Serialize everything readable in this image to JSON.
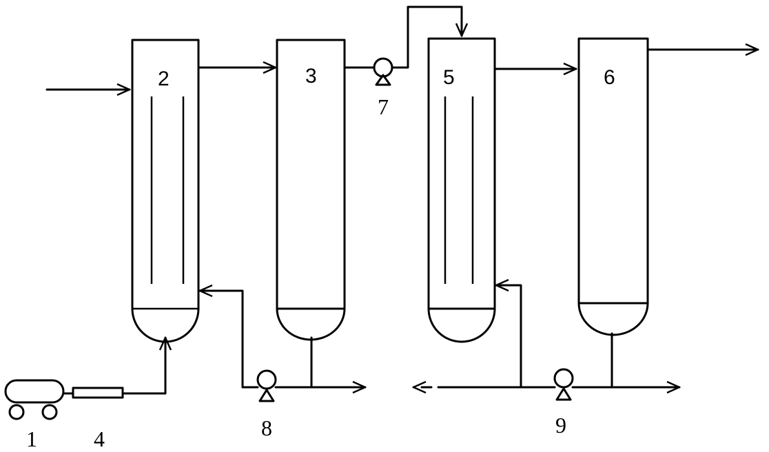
{
  "labels": {
    "compressor": "1",
    "reactor_a": "2",
    "tank_a": "3",
    "heater": "4",
    "reactor_b": "5",
    "tank_b": "6",
    "pump_top": "7",
    "pump_left": "8",
    "pump_right": "9"
  },
  "colors": {
    "stroke": "#000000",
    "background": "#ffffff"
  }
}
